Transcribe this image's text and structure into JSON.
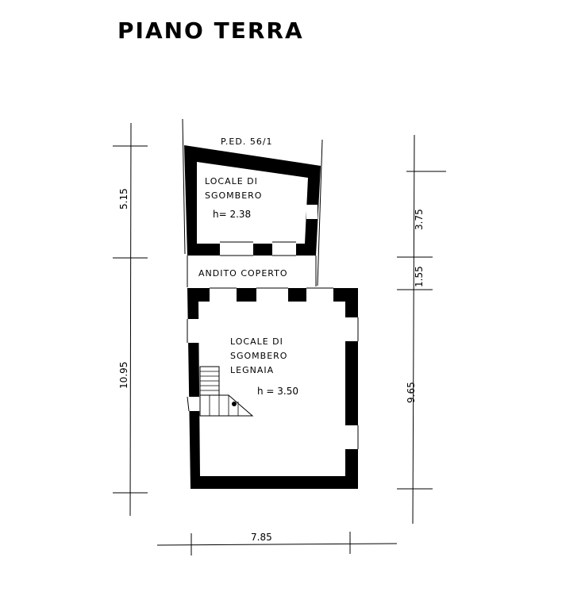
{
  "title": "PIANO TERRA",
  "parcel": "P.ED. 56/1",
  "rooms": {
    "upper": {
      "line1": "LOCALE DI",
      "line2": "SGOMBERO",
      "height": "h= 2.38"
    },
    "passage": {
      "label": "ANDITO COPERTO"
    },
    "lower": {
      "line1": "LOCALE DI",
      "line2": "SGOMBERO",
      "line3": "LEGNAIA",
      "height": "h = 3.50"
    }
  },
  "dimensions": {
    "left_upper": "5.15",
    "left_lower": "10.95",
    "right_upper": "3.75",
    "right_middle": "1.55",
    "right_lower": "9.65",
    "bottom": "7.85"
  },
  "colors": {
    "ink": "#000000",
    "paper": "#ffffff"
  }
}
